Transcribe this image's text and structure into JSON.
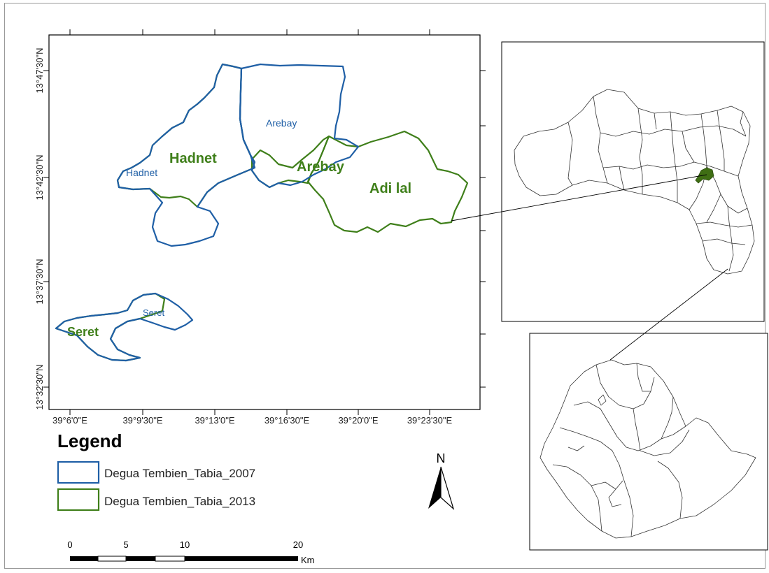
{
  "map": {
    "lat_labels": [
      "13°47'30\"N",
      "13°42'30\"N",
      "13°37'30\"N",
      "13°32'30\"N"
    ],
    "lon_labels": [
      "39°6'0\"E",
      "39°9'30\"E",
      "39°13'0\"E",
      "39°16'30\"E",
      "39°20'0\"E",
      "39°23'30\"E"
    ],
    "tabia_labels_2007": [
      "Arebay",
      "Hadnet",
      "Seret"
    ],
    "tabia_labels_2013": [
      "Hadnet",
      "Arebay",
      "Adi lal",
      "Seret"
    ]
  },
  "legend": {
    "title": "Legend",
    "items": [
      {
        "label": "Degua Tembien_Tabia_2007",
        "color": "#1f5fa6"
      },
      {
        "label": "Degua Tembien_Tabia_2013",
        "color": "#3f7f1a"
      }
    ]
  },
  "north_arrow": {
    "label": "N"
  },
  "scale_bar": {
    "ticks": [
      "0",
      "5",
      "10",
      "20"
    ],
    "unit": "Km"
  },
  "colors": {
    "tabia_2007": "#1f5fa6",
    "tabia_2013": "#3f7f1a",
    "highlight": "#3f6e14"
  }
}
